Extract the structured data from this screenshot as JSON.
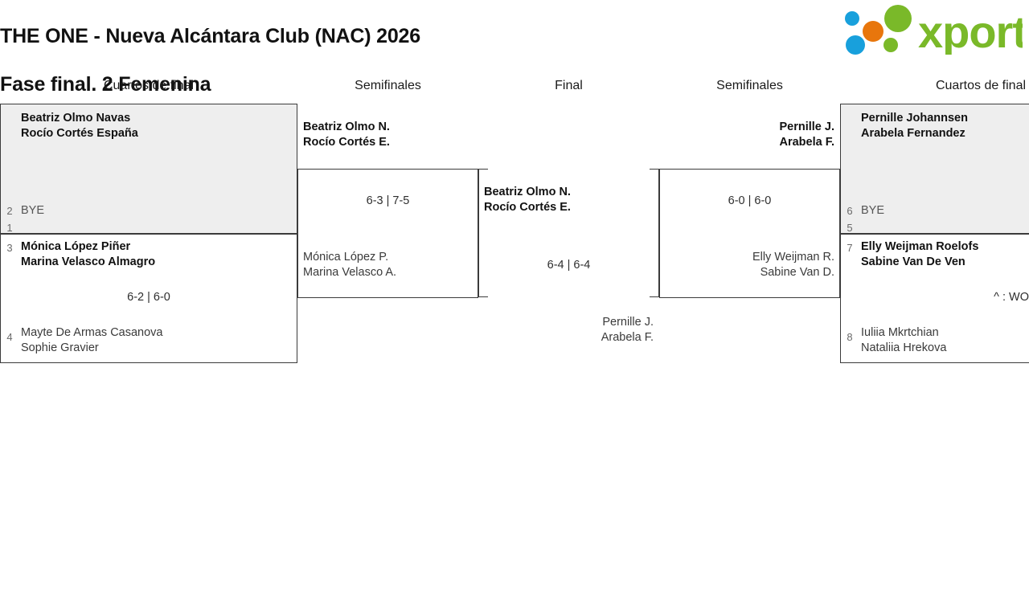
{
  "header": {
    "title_line1": "THE ONE - Nueva Alcántara Club (NAC) 2026",
    "title_line2": "Fase final. 2 Femenina",
    "logo_text": "xporty",
    "logo_colors": {
      "green": "#7ab929",
      "orange": "#e8760c",
      "blue": "#18a0dc"
    }
  },
  "rounds": [
    {
      "label": "Cuartos de final"
    },
    {
      "label": "Semifinales"
    },
    {
      "label": "Final"
    },
    {
      "label": "Semifinales"
    },
    {
      "label": "Cuartos de final"
    }
  ],
  "left": {
    "quarterfinals": [
      {
        "top": {
          "seed": "1",
          "line1": "Beatriz Olmo Navas",
          "line2": "Rocío Cortés España",
          "winner": true
        },
        "bottom": {
          "seed": "2",
          "line1": "BYE",
          "line2": "",
          "winner": false
        },
        "score": ""
      },
      {
        "top": {
          "seed": "3",
          "line1": "Mónica López Piñer",
          "line2": "Marina Velasco Almagro",
          "winner": true
        },
        "bottom": {
          "seed": "4",
          "line1": "Mayte De Armas Casanova",
          "line2": "Sophie Gravier",
          "winner": false
        },
        "score": "6-2 | 6-0"
      }
    ],
    "semifinal": {
      "top": {
        "line1": "Beatriz Olmo N.",
        "line2": "Rocío Cortés E.",
        "winner": true
      },
      "bottom": {
        "line1": "Mónica López P.",
        "line2": "Marina Velasco A.",
        "winner": false
      },
      "score": "6-3 | 7-5"
    }
  },
  "right": {
    "quarterfinals": [
      {
        "top": {
          "seed": "5",
          "line1": "Pernille Johannsen",
          "line2": "Arabela Fernandez",
          "winner": true
        },
        "bottom": {
          "seed": "6",
          "line1": "BYE",
          "line2": "",
          "winner": false
        },
        "score": ""
      },
      {
        "top": {
          "seed": "7",
          "line1": "Elly Weijman Roelofs",
          "line2": "Sabine Van De Ven",
          "winner": true
        },
        "bottom": {
          "seed": "8",
          "line1": "Iuliia Mkrtchian",
          "line2": "Nataliia Hrekova",
          "winner": false
        },
        "score": "^ : WO"
      }
    ],
    "semifinal": {
      "top": {
        "line1": "Pernille J.",
        "line2": "Arabela F.",
        "winner": true
      },
      "bottom": {
        "line1": "Elly Weijman R.",
        "line2": "Sabine Van D.",
        "winner": false
      },
      "score": "6-0 | 6-0"
    }
  },
  "final": {
    "left_team": {
      "line1": "Beatriz Olmo N.",
      "line2": "Rocío Cortés E.",
      "winner": true
    },
    "right_team": {
      "line1": "Pernille J.",
      "line2": "Arabela F.",
      "winner": false
    },
    "score": "6-4 | 6-4"
  }
}
